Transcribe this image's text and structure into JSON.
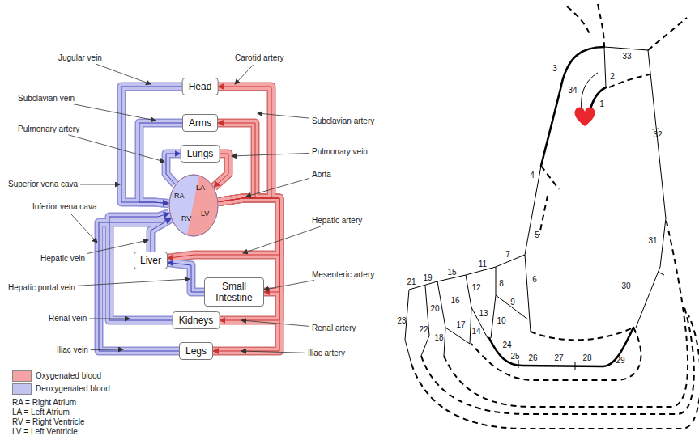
{
  "diagram": {
    "nodes": [
      {
        "text": [
          "Head"
        ]
      },
      {
        "text": [
          "Arms"
        ]
      },
      {
        "text": [
          "Lungs"
        ]
      },
      {
        "text": [
          "RA",
          "LA",
          "RV",
          "LV"
        ]
      },
      {
        "text": [
          "Liver"
        ]
      },
      {
        "text": [
          "Small Intestine"
        ]
      },
      {
        "text": [
          "Kidneys"
        ]
      },
      {
        "text": [
          "Legs"
        ]
      }
    ],
    "edges": [
      {
        "from": 3,
        "to": 0,
        "arrow": "to"
      },
      {
        "from": 3,
        "to": 1,
        "arrow": "to"
      },
      {
        "from": 3,
        "to": 2,
        "arrow": "to"
      },
      {
        "from": 2,
        "to": 3,
        "arrow": "to"
      },
      {
        "from": 3,
        "to": 4,
        "arrow": "to"
      },
      {
        "from": 3,
        "to": 5,
        "arrow": "to"
      },
      {
        "from": 3,
        "to": 6,
        "arrow": "to"
      },
      {
        "from": 3,
        "to": 7,
        "arrow": "to"
      },
      {
        "from": 0,
        "to": 3,
        "arrow": "to"
      },
      {
        "from": 1,
        "to": 3,
        "arrow": "to"
      },
      {
        "from": 4,
        "to": 3,
        "arrow": "to"
      },
      {
        "from": 5,
        "to": 4,
        "arrow": "to"
      },
      {
        "from": 6,
        "to": 3,
        "arrow": "to"
      },
      {
        "from": 7,
        "to": 3,
        "arrow": "to"
      }
    ],
    "labels": [
      "Jugular vein",
      "Carotid artery",
      "Subclavian vein",
      "Subclavian artery",
      "Pulmonary artery",
      "Pulmonary vein",
      "Superior vena cava",
      "Aorta",
      "Inferior vena cava",
      "Hepatic artery",
      "Hepatic vein",
      "Hepatic portal vein",
      "Mesenteric artery",
      "Renal vein",
      "Renal artery",
      "Iliac vein",
      "Iliac artery",
      "RA = Right Atrium",
      "LA = Left Atrium",
      "RV = Right Ventricle",
      "LV = Left Ventricle",
      "1",
      "2",
      "3",
      "4",
      "5",
      "6",
      "7",
      "8",
      "9",
      "10",
      "11",
      "12",
      "13",
      "14",
      "15",
      "16",
      "17",
      "18",
      "19",
      "20",
      "21",
      "22",
      "23",
      "24",
      "25",
      "26",
      "27",
      "28",
      "29",
      "30",
      "31",
      "32",
      "33",
      "34"
    ],
    "legend": [
      {
        "text": "Oxygenated blood",
        "color": "#f4a3a3"
      },
      {
        "text": "Deoxygenated blood",
        "color": "#c3c3f0"
      }
    ]
  }
}
